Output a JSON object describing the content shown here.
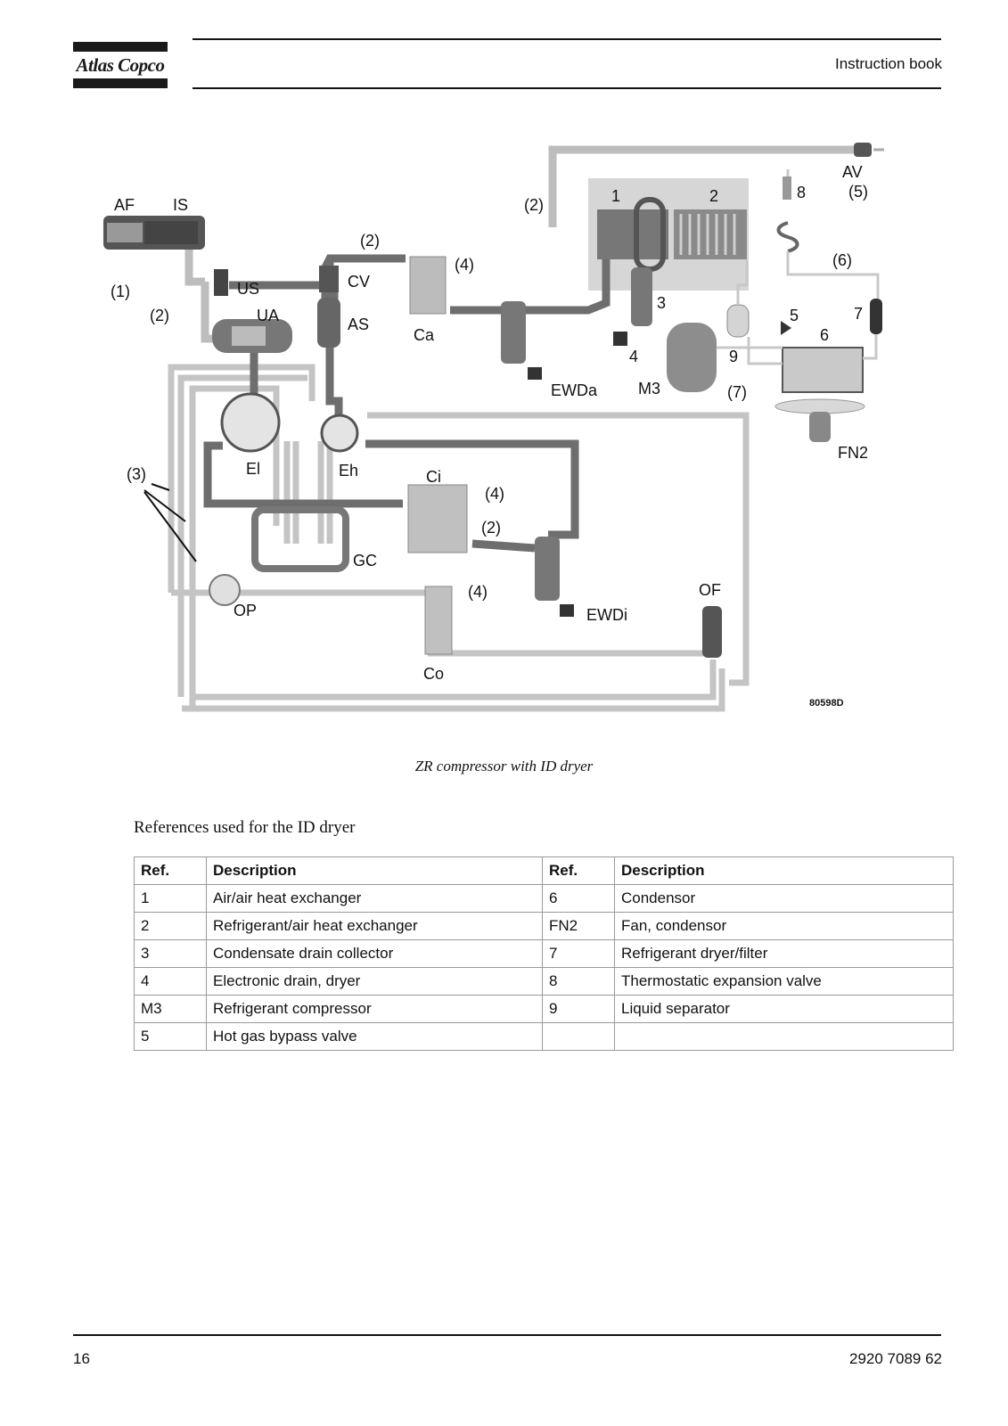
{
  "header": {
    "logo_text": "Atlas Copco",
    "title": "Instruction book"
  },
  "diagram": {
    "labels": {
      "AF": "AF",
      "IS": "IS",
      "US": "US",
      "UA": "UA",
      "CV": "CV",
      "AS": "AS",
      "Ca": "Ca",
      "EWDa": "EWDa",
      "M3": "M3",
      "EI": "El",
      "Eh": "Eh",
      "Ci": "Ci",
      "GC": "GC",
      "EWDi": "EWDi",
      "OP": "OP",
      "Co": "Co",
      "OF": "OF",
      "AV": "AV",
      "FN2": "FN2",
      "n1": "1",
      "n2": "2",
      "n3": "3",
      "n4": "4",
      "n5": "5",
      "n6": "6",
      "n7": "7",
      "n8": "8",
      "n9": "9",
      "p1": "(1)",
      "p2a": "(2)",
      "p2b": "(2)",
      "p2c": "(2)",
      "p2d": "(2)",
      "p3": "(3)",
      "p4a": "(4)",
      "p4b": "(4)",
      "p4c": "(4)",
      "p5": "(5)",
      "p6": "(6)",
      "p7": "(7)"
    },
    "code": "80598D"
  },
  "caption": "ZR compressor with ID dryer",
  "refs_title": "References used for the ID dryer",
  "table": {
    "headers": [
      "Ref.",
      "Description",
      "Ref.",
      "Description"
    ],
    "rows": [
      [
        "1",
        "Air/air heat exchanger",
        "6",
        "Condensor"
      ],
      [
        "2",
        "Refrigerant/air heat exchanger",
        "FN2",
        "Fan, condensor"
      ],
      [
        "3",
        "Condensate drain collector",
        "7",
        "Refrigerant dryer/filter"
      ],
      [
        "4",
        "Electronic drain, dryer",
        "8",
        "Thermostatic expansion valve"
      ],
      [
        "M3",
        "Refrigerant compressor",
        "9",
        "Liquid separator"
      ],
      [
        "5",
        "Hot gas bypass valve",
        "",
        ""
      ]
    ]
  },
  "footer": {
    "page": "16",
    "doc_number": "2920 7089 62"
  }
}
